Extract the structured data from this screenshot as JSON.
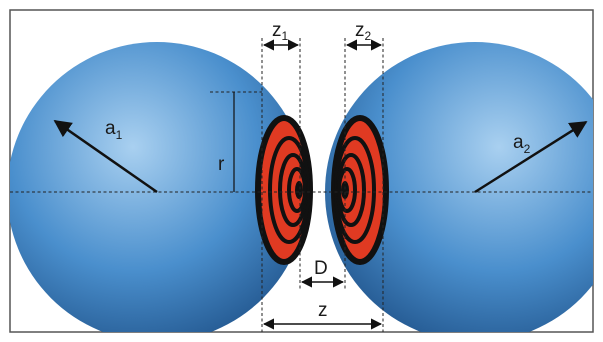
{
  "figure": {
    "labels": {
      "a1": {
        "base": "a",
        "sub": "1"
      },
      "a2": {
        "base": "a",
        "sub": "2"
      },
      "r": "r",
      "z1": {
        "base": "z",
        "sub": "1"
      },
      "z2": {
        "base": "z",
        "sub": "2"
      },
      "D": "D",
      "z": "z"
    },
    "colors": {
      "sphere_light": "#9cc6ea",
      "sphere_mid": "#3e86c6",
      "sphere_dark": "#1d4f86",
      "cap_red": "#e03a22",
      "ring_black": "#111111",
      "frame": "#555555"
    }
  }
}
